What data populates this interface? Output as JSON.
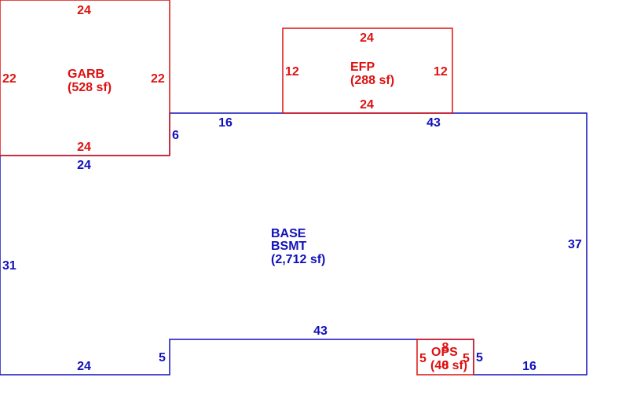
{
  "colors": {
    "addition": "#dd1111",
    "base": "#1111bb"
  },
  "garb": {
    "code": "GARB",
    "area": "(528 sf)",
    "dims": {
      "top": "24",
      "bottom": "24",
      "left": "22",
      "right": "22"
    }
  },
  "efp": {
    "code": "EFP",
    "area": "(288 sf)",
    "dims": {
      "top": "24",
      "bottom": "24",
      "left": "12",
      "right": "12"
    }
  },
  "ops": {
    "code": "OPS",
    "area": "(40 sf)",
    "dims": {
      "top": "8",
      "bottom": "8",
      "left": "5",
      "right": "5"
    }
  },
  "base": {
    "code": "BASE",
    "name": "BSMT",
    "area": "(2,712 sf)",
    "dims": {
      "step_left": "6",
      "top_left": "16",
      "top_right": "43",
      "right": "37",
      "left": "31",
      "upper_left": "24",
      "bottom_left": "24",
      "notch_left": "5",
      "notch_top": "43",
      "notch_right": "5",
      "bottom_right": "16"
    }
  }
}
